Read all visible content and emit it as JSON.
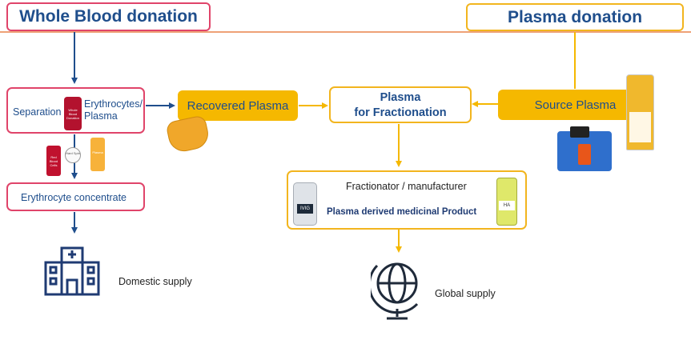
{
  "headers": {
    "whole_blood": "Whole Blood donation",
    "plasma_donation": "Plasma donation"
  },
  "separation": {
    "label": "Separation",
    "output": "Erythrocytes/\nPlasma",
    "bag_label": "Whole Blood Donation",
    "hard_spin": "Hard Spin",
    "plasma_bag_label": "Plasma",
    "rbc_bag_label": "Red Blood Cells"
  },
  "erythrocyte_concentrate": "Erythrocyte concentrate",
  "recovered_plasma": "Recovered Plasma",
  "plasma_for_fractionation": "Plasma\nfor Fractionation",
  "source_plasma": "Source Plasma",
  "fractionator": {
    "title": "Fractionator / manufacturer",
    "product": "Plasma derived medicinal Product",
    "vial_left": "IVIG",
    "vial_right": "HA"
  },
  "supply": {
    "domestic": "Domestic supply",
    "global": "Global supply"
  },
  "colors": {
    "navy": "#1f4e8c",
    "pink": "#e0446a",
    "gold": "#f5b800",
    "divider": "#e8824a"
  }
}
